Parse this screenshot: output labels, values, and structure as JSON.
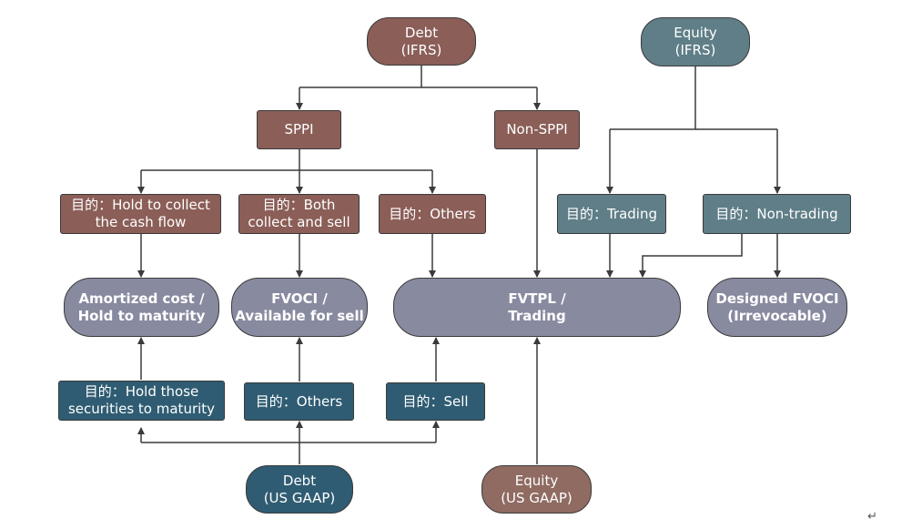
{
  "nodes": {
    "debt_ifrs": "Debt\n(IFRS)",
    "equity_ifrs": "Equity\n(IFRS)",
    "sppi": "SPPI",
    "non_sppi": "Non-SPPI",
    "hold_collect": "目的：Hold to collect\nthe cash flow",
    "both_collect_sell": "目的：Both\ncollect and sell",
    "others_ifrs": "目的：Others",
    "trading": "目的：Trading",
    "non_trading": "目的：Non-trading",
    "amortized": "Amortized cost /\nHold to maturity",
    "fvoci": "FVOCI /\nAvailable for sell",
    "fvtpl": "FVTPL /\nTrading",
    "designed_fvoci": "Designed FVOCI\n(Irrevocable)",
    "hold_maturity": "目的：Hold those\nsecurities to maturity",
    "others_us": "目的：Others",
    "sell": "目的：Sell",
    "debt_us": "Debt\n(US GAAP)",
    "equity_us": "Equity\n(US GAAP)"
  },
  "return_glyph": "↵",
  "colors": {
    "ifrs_debt": "#8b5e58",
    "ifrs_equity": "#5f7e87",
    "us_debt": "#2f5c72",
    "us_equity": "#8f6b62",
    "outcome": "#888aa0",
    "line": "#3a3a3a"
  }
}
